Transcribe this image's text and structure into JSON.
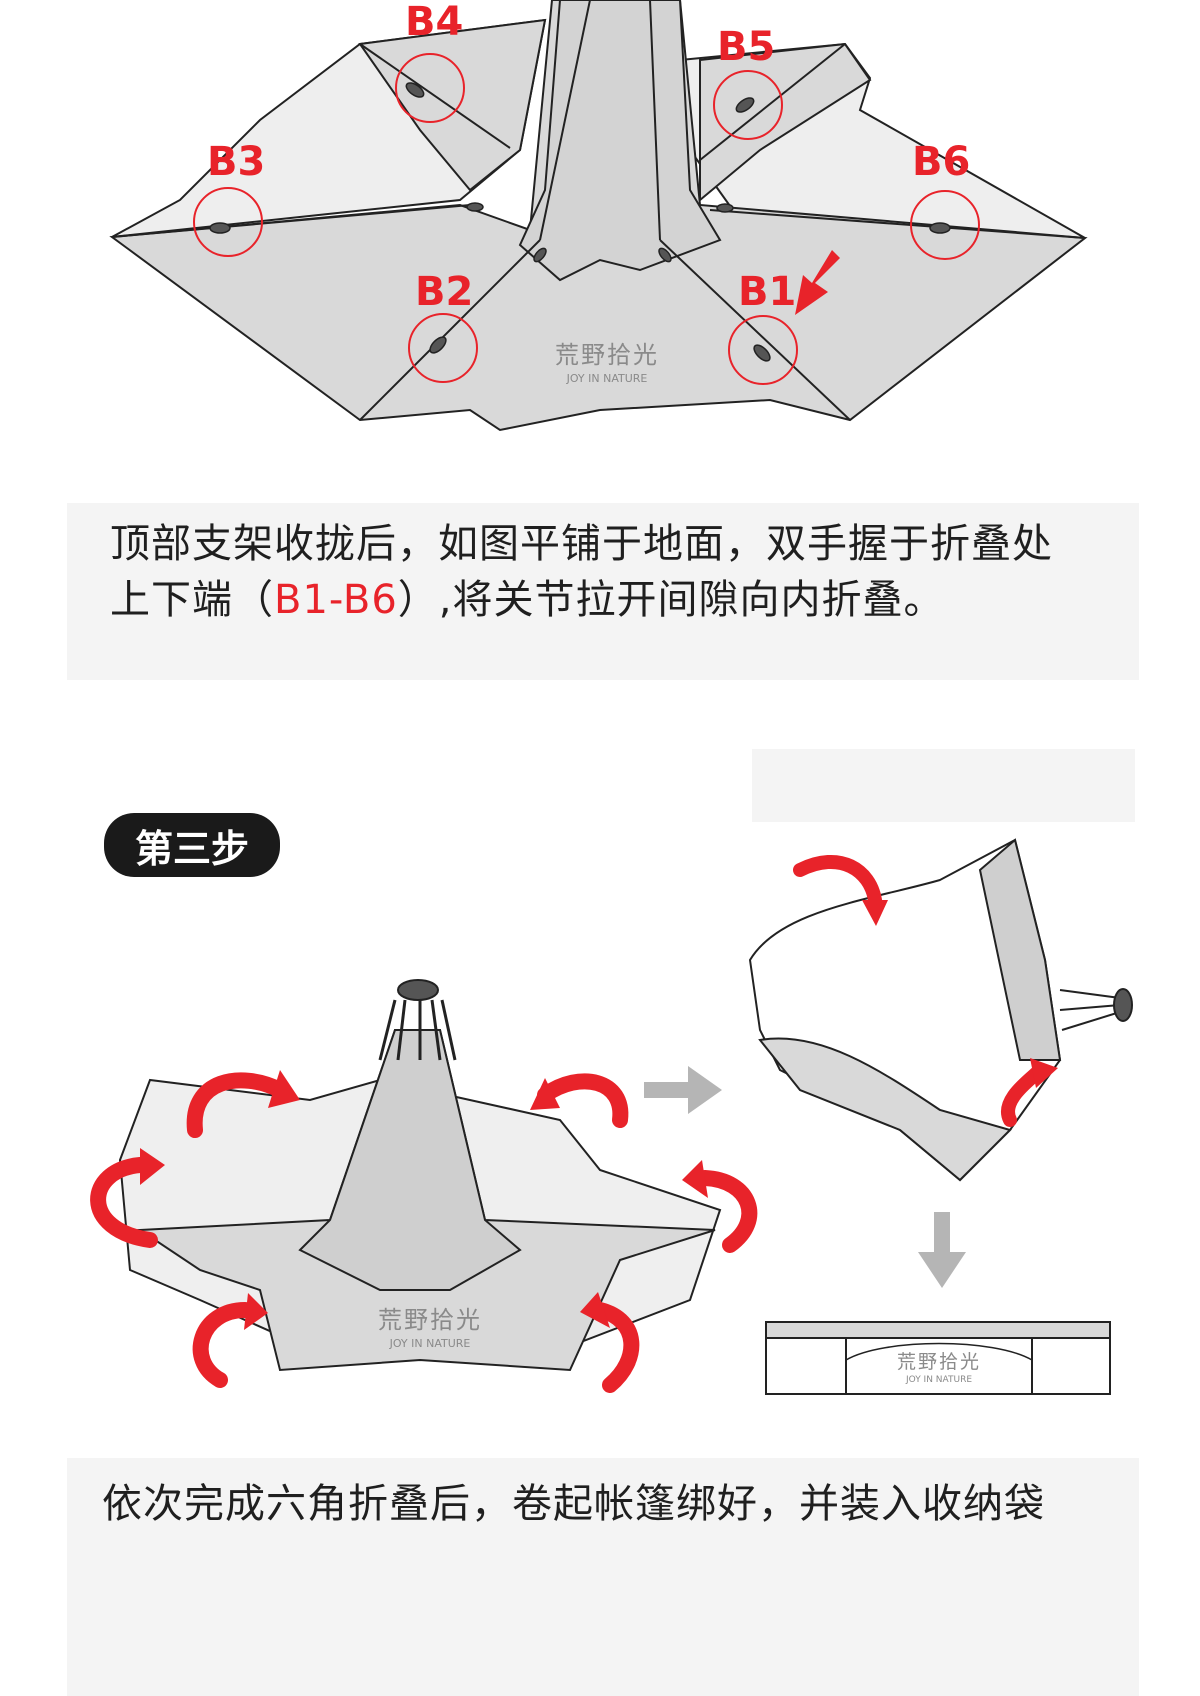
{
  "diagram_top": {
    "labels": [
      "B4",
      "B5",
      "B3",
      "B6",
      "B2",
      "B1"
    ],
    "brand_cn": "荒野拾光",
    "brand_en": "JOY IN NATURE"
  },
  "caption1": {
    "text_a": "顶部支架收拢后，如图平铺于地面，双手握于折叠处",
    "text_b": "上下端（",
    "text_red": "B1-B6",
    "text_c": "）,将关节拉开间隙向内折叠。"
  },
  "step3": {
    "badge": "第三步",
    "brand_cn": "荒野拾光",
    "brand_en": "JOY IN NATURE",
    "bag_brand_cn": "荒野拾光",
    "bag_brand_en": "JOY IN NATURE"
  },
  "caption2": {
    "text": "依次完成六角折叠后，卷起帐篷绑好，并装入收纳袋"
  },
  "colors": {
    "accent": "#e8232a",
    "canvas": "#d9d9d9",
    "panel": "#f4f4f4",
    "badge": "#1a1a1a",
    "arrow_gray": "#b5b5b5"
  }
}
